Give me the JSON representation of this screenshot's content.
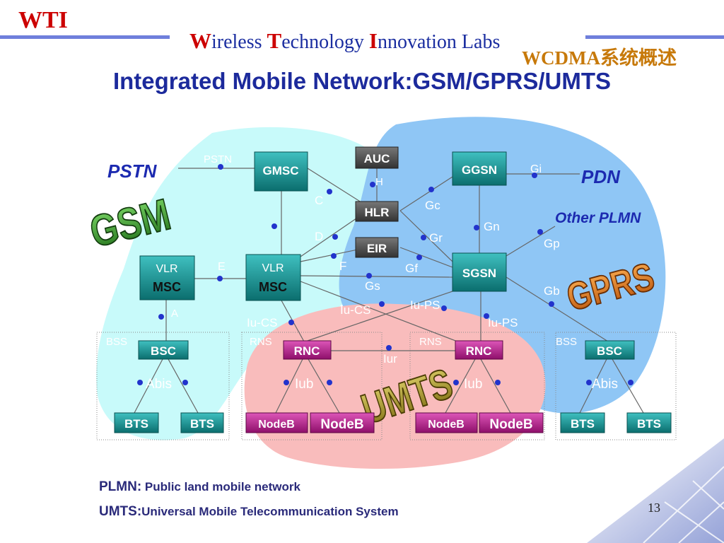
{
  "header": {
    "brand": "WTI",
    "labs": {
      "w": "W",
      "w_rest": "ireless ",
      "t": "T",
      "t_rest": "echnology ",
      "i": "I",
      "i_rest": "nnovation Labs"
    },
    "section": "WCDMA系统概述"
  },
  "title": "Integrated Mobile Network:GSM/GPRS/UMTS",
  "diagram": {
    "clouds": [
      "PSTN",
      "PDN",
      "Other PLMN"
    ],
    "domain_logos": [
      "GSM",
      "GPRS",
      "UMTS"
    ],
    "boxes": {
      "gmsc": "GMSC",
      "auc": "AUC",
      "hlr": "HLR",
      "eir": "EIR",
      "ggsn": "GGSN",
      "sgsn": "SGSN",
      "vlr": "VLR",
      "msc": "MSC",
      "bsc": "BSC",
      "rnc": "RNC",
      "bts": "BTS",
      "nodeb": "NodeB"
    },
    "interfaces": {
      "pstn": "PSTN",
      "h": "H",
      "c": "C",
      "d": "D",
      "e": "E",
      "f": "F",
      "a": "A",
      "gi": "Gi",
      "gc": "Gc",
      "gn": "Gn",
      "gp": "Gp",
      "gr": "Gr",
      "gf": "Gf",
      "gs": "Gs",
      "gb": "Gb",
      "iu_cs": "Iu-CS",
      "iu_ps": "Iu-PS",
      "iur": "Iur",
      "iub": "Iub",
      "abis": "Abis"
    },
    "groups": {
      "bss": "BSS",
      "rns": "RNS"
    },
    "colors": {
      "box_teal": "#138a8a",
      "box_magenta": "#b21c8a",
      "box_gray": "#4a4a4a",
      "gsm_area": "#c8fafa",
      "gprs_area": "#8fc6f5",
      "umts_area": "#f9bcbc",
      "dot": "#2233cc"
    }
  },
  "footer": [
    {
      "term": "PLMN:",
      "definition": " Public land mobile network"
    },
    {
      "term": "UMTS:",
      "definition": "Universal Mobile Telecommunication System"
    }
  ],
  "page_number": "13"
}
